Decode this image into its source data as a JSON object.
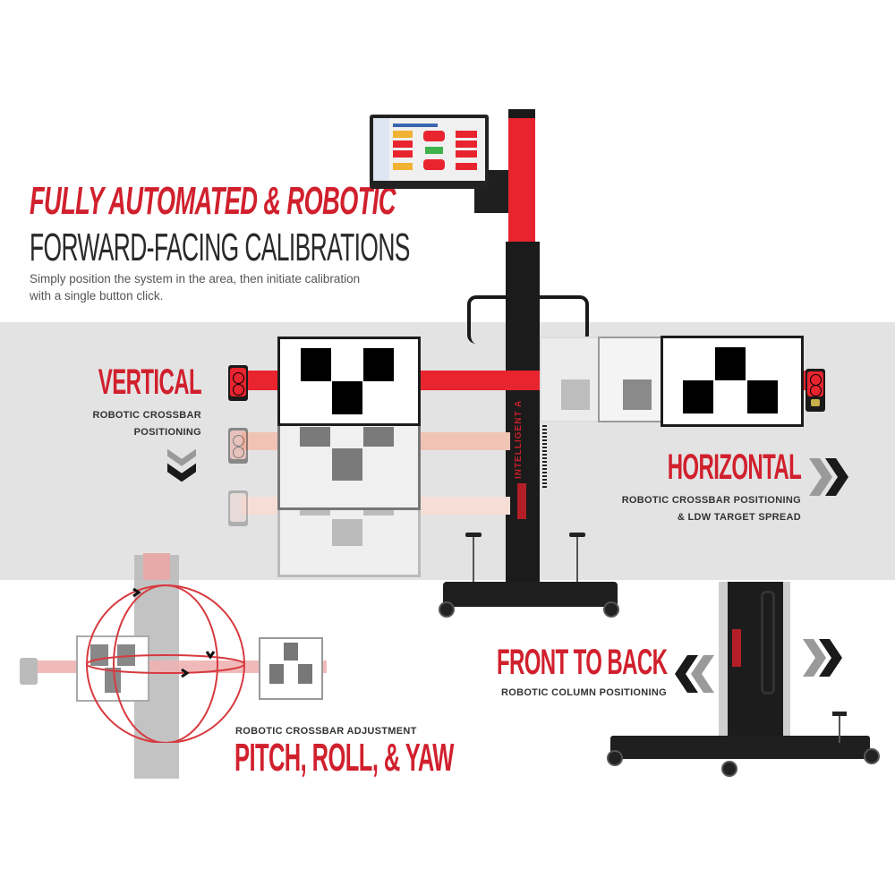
{
  "headline": {
    "line1": "FULLY AUTOMATED & ROBOTIC",
    "line2": "FORWARD-FACING CALIBRATIONS",
    "intro": "Simply position the system in the area, then initiate calibration with a single button click."
  },
  "features": {
    "vertical": {
      "title": "VERTICAL",
      "subtitle_line1": "ROBOTIC CROSSBAR",
      "subtitle_line2": "POSITIONING",
      "icon": "chevron-down-icon"
    },
    "horizontal": {
      "title": "HORIZONTAL",
      "subtitle_line1": "ROBOTIC CROSSBAR POSITIONING",
      "subtitle_line2": "& LDW TARGET SPREAD",
      "icon": "chevron-right-icon"
    },
    "front_to_back": {
      "title": "FRONT TO BACK",
      "subtitle": "ROBOTIC COLUMN POSITIONING",
      "icons": [
        "chevron-left-icon",
        "chevron-right-icon"
      ]
    },
    "pitch_roll_yaw": {
      "subtitle": "ROBOTIC CROSSBAR ADJUSTMENT",
      "title": "PITCH, ROLL, & YAW"
    }
  },
  "device": {
    "column_label": "INTELLIGENT A"
  },
  "colors": {
    "brand_red": "#d1202d",
    "band_gray": "#e3e3e4",
    "dark": "#1b1b1b"
  }
}
